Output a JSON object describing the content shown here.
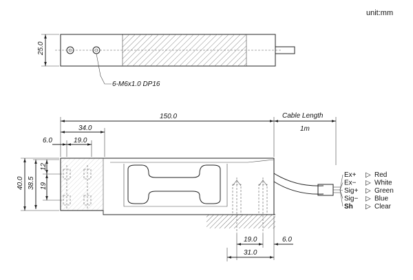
{
  "unit_label": "unit:mm",
  "top_view": {
    "height_dim": "25.0",
    "hole_callout": "6-M6x1.0 DP16"
  },
  "side_view": {
    "length": "150.0",
    "cable_length_label": "Cable Length",
    "cable_length_value": "1m",
    "dim_34": "34.0",
    "dim_19_top": "19.0",
    "dim_6_top": "6.0",
    "dim_12": "12",
    "dim_19_left": "19",
    "dim_38_5": "38.5",
    "dim_40": "40.0",
    "dim_19_bottom": "19.0",
    "dim_6_bottom": "6.0",
    "dim_31": "31.0"
  },
  "wires": [
    {
      "signal": "Ex+",
      "color": "Red"
    },
    {
      "signal": "Ex−",
      "color": "White"
    },
    {
      "signal": "Sig+",
      "color": "Green"
    },
    {
      "signal": "Sig−",
      "color": "Blue"
    },
    {
      "signal": "Sh",
      "color": "Clear"
    }
  ],
  "arrow_glyph": "▷"
}
